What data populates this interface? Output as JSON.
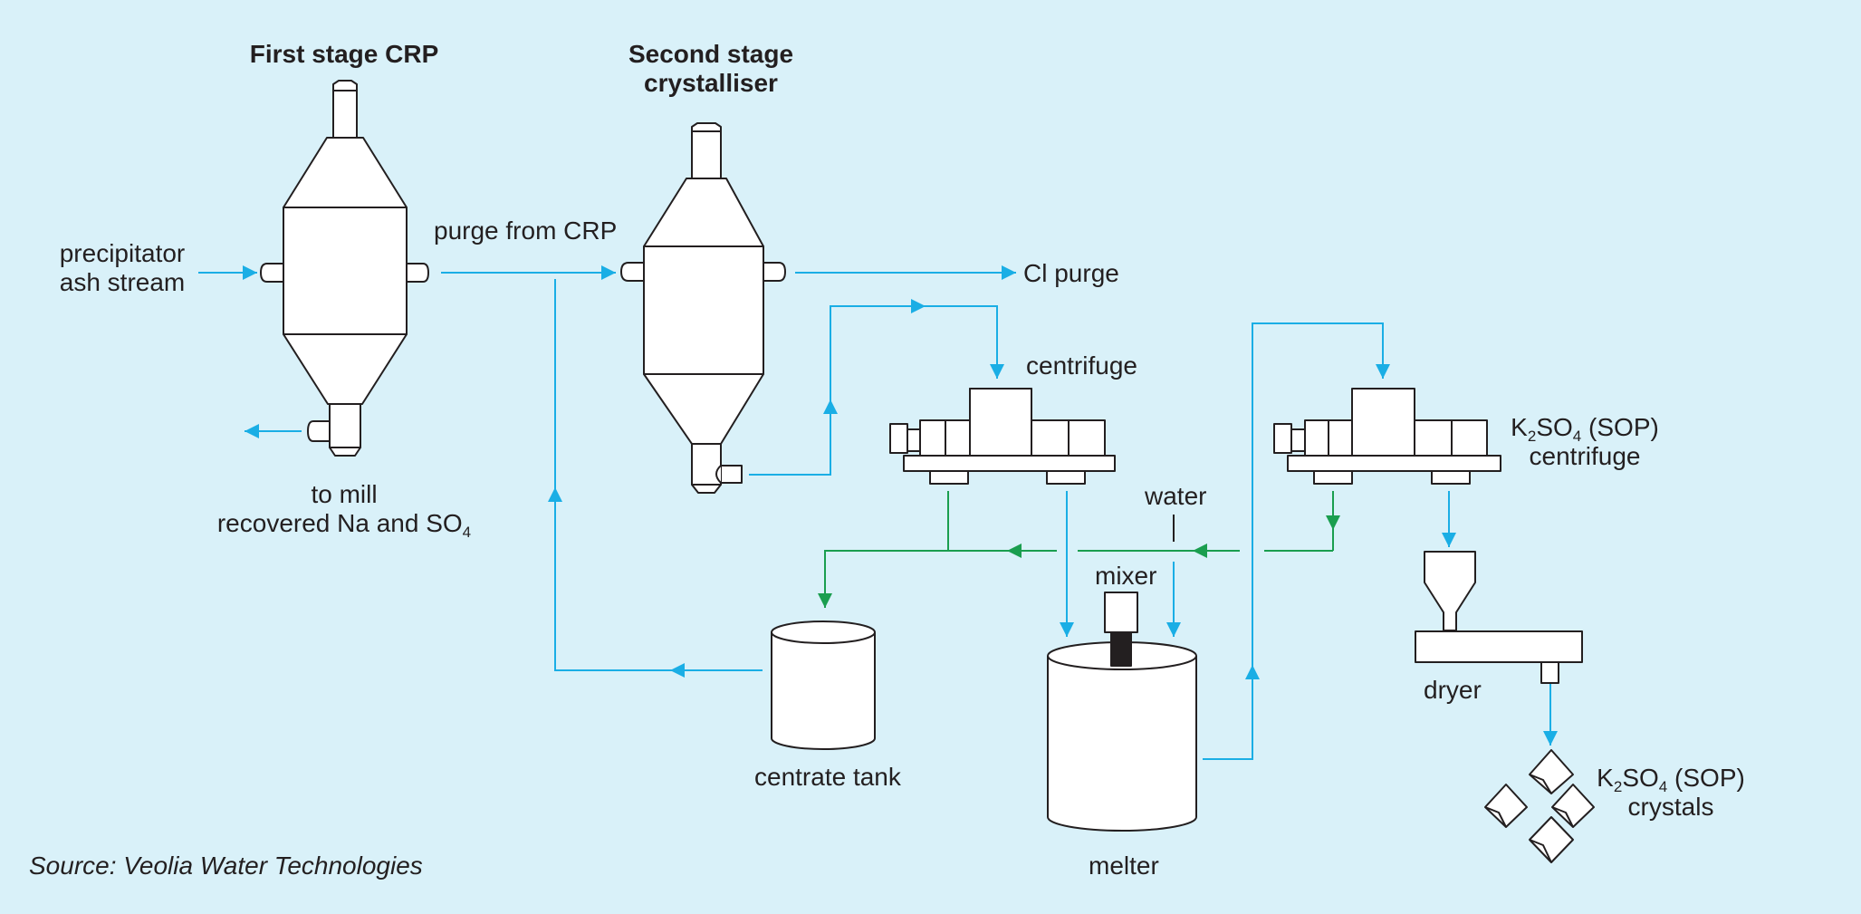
{
  "labels": {
    "first_stage": "First stage CRP",
    "second_stage_1": "Second stage",
    "second_stage_2": "crystalliser",
    "precip_1": "precipitator",
    "precip_2": "ash stream",
    "purge_from_crp": "purge from CRP",
    "cl_purge": "Cl purge",
    "centrifuge": "centrifuge",
    "to_mill": "to mill",
    "recovered": "recovered Na and SO",
    "recovered_sub": "4",
    "water": "water",
    "mixer": "mixer",
    "k": "K",
    "k_sub": "2",
    "so": "SO",
    "so_sub": "4",
    "sop": "(SOP)",
    "centrifuge_2": "centrifuge",
    "centrate_tank": "centrate tank",
    "dryer": "dryer",
    "crystals": "crystals",
    "melter": "melter",
    "source": "Source: Veolia Water Technologies"
  },
  "colors": {
    "background": "#d9f1f9",
    "process_line": "#1aaee5",
    "liquor_line": "#1a9e4f",
    "outline": "#231f20"
  }
}
